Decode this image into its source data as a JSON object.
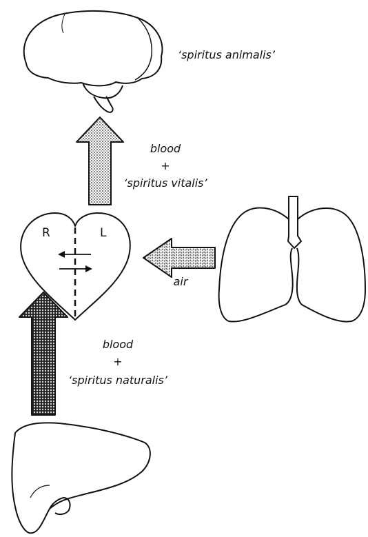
{
  "organs": {
    "brain": "brain",
    "heart": "heart",
    "lungs": "lungs",
    "liver": "liver"
  },
  "labels": {
    "spiritus_animalis": "‘spiritus animalis’",
    "vitalis_line1": "blood",
    "vitalis_line2": "+",
    "vitalis_line3": "‘spiritus vitalis’",
    "air": "air",
    "naturalis_line1": "blood",
    "naturalis_line2": "+",
    "naturalis_line3": "‘spiritus naturalis’",
    "heart_right": "R",
    "heart_left": "L"
  }
}
